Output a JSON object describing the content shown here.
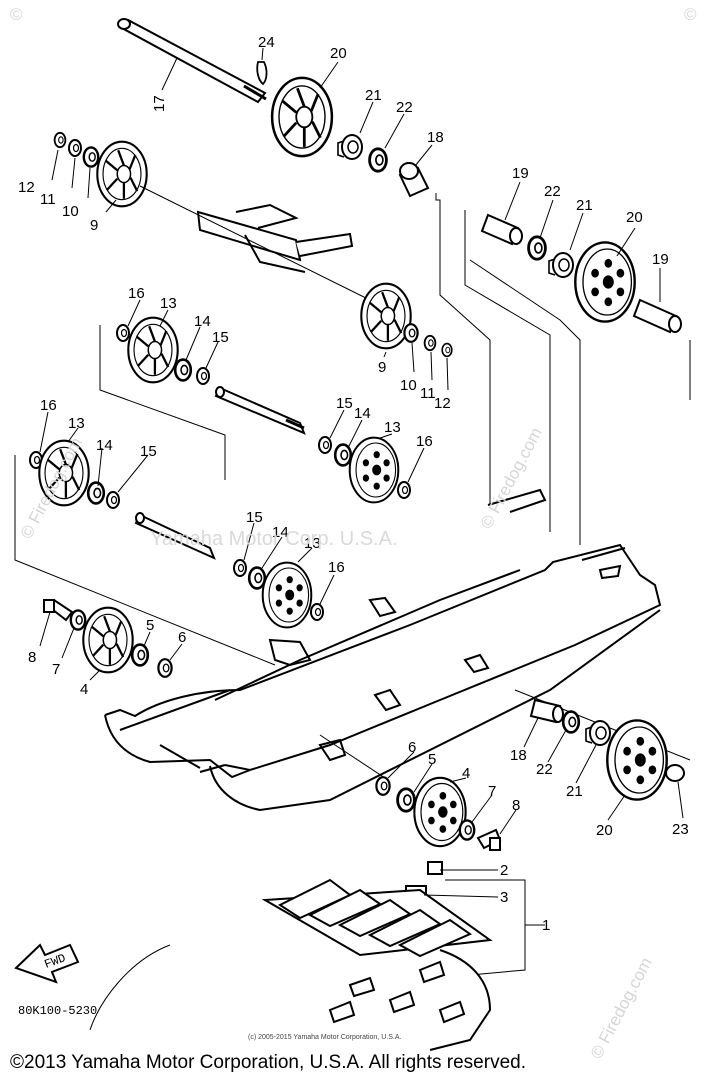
{
  "watermark": {
    "center_text": "Yamaha Motor Corp. U.S.A.",
    "side_text": "© Firedog.com",
    "corner_mark": "©"
  },
  "drawing_code": "80K100-5230",
  "fwd_label": "FWD",
  "small_copyright": "(c) 2005-2015 Yamaha Motor Corporation, U.S.A.",
  "copyright": "©2013 Yamaha Motor Corporation, U.S.A. All rights reserved.",
  "callouts": [
    {
      "id": "c24",
      "text": "24"
    },
    {
      "id": "c20a",
      "text": "20"
    },
    {
      "id": "c21a",
      "text": "21"
    },
    {
      "id": "c22a",
      "text": "22"
    },
    {
      "id": "c18a",
      "text": "18"
    },
    {
      "id": "c17",
      "text": "17"
    },
    {
      "id": "c12a",
      "text": "12"
    },
    {
      "id": "c11a",
      "text": "11"
    },
    {
      "id": "c10a",
      "text": "10"
    },
    {
      "id": "c9a",
      "text": "9"
    },
    {
      "id": "c19a",
      "text": "19"
    },
    {
      "id": "c22b",
      "text": "22"
    },
    {
      "id": "c21b",
      "text": "21"
    },
    {
      "id": "c20b",
      "text": "20"
    },
    {
      "id": "c19b",
      "text": "19"
    },
    {
      "id": "c16a",
      "text": "16"
    },
    {
      "id": "c13a",
      "text": "13"
    },
    {
      "id": "c14a",
      "text": "14"
    },
    {
      "id": "c15a",
      "text": "15"
    },
    {
      "id": "c9b",
      "text": "9"
    },
    {
      "id": "c10b",
      "text": "10"
    },
    {
      "id": "c11b",
      "text": "11"
    },
    {
      "id": "c12b",
      "text": "12"
    },
    {
      "id": "c16b",
      "text": "16"
    },
    {
      "id": "c13b",
      "text": "13"
    },
    {
      "id": "c14b",
      "text": "14"
    },
    {
      "id": "c15b",
      "text": "15"
    },
    {
      "id": "c15c",
      "text": "15"
    },
    {
      "id": "c14c",
      "text": "14"
    },
    {
      "id": "c13c",
      "text": "13"
    },
    {
      "id": "c16c",
      "text": "16"
    },
    {
      "id": "c15d",
      "text": "15"
    },
    {
      "id": "c14d",
      "text": "14"
    },
    {
      "id": "c13d",
      "text": "13"
    },
    {
      "id": "c16d",
      "text": "16"
    },
    {
      "id": "c8a",
      "text": "8"
    },
    {
      "id": "c7a",
      "text": "7"
    },
    {
      "id": "c5a",
      "text": "5"
    },
    {
      "id": "c6a",
      "text": "6"
    },
    {
      "id": "c4a",
      "text": "4"
    },
    {
      "id": "c6b",
      "text": "6"
    },
    {
      "id": "c5b",
      "text": "5"
    },
    {
      "id": "c4b",
      "text": "4"
    },
    {
      "id": "c7b",
      "text": "7"
    },
    {
      "id": "c8b",
      "text": "8"
    },
    {
      "id": "c18b",
      "text": "18"
    },
    {
      "id": "c22c",
      "text": "22"
    },
    {
      "id": "c21c",
      "text": "21"
    },
    {
      "id": "c20c",
      "text": "20"
    },
    {
      "id": "c23",
      "text": "23"
    },
    {
      "id": "c2",
      "text": "2"
    },
    {
      "id": "c3",
      "text": "3"
    },
    {
      "id": "c1",
      "text": "1"
    }
  ]
}
